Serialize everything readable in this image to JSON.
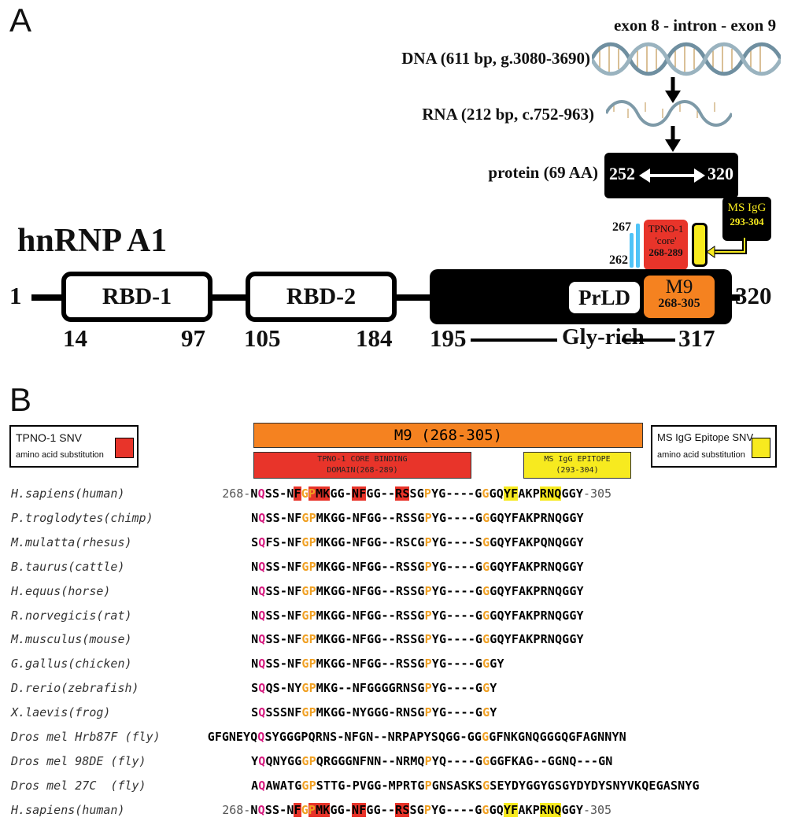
{
  "panelA": {
    "label": "A",
    "flow": {
      "exon_label": "exon 8 - intron - exon 9",
      "dna_label": "DNA (611 bp, g.3080-3690)",
      "rna_label": "RNA (212 bp, c.752-963)",
      "protein_label": "protein (69 AA)",
      "protein_start": "252",
      "protein_end": "320"
    },
    "title": "hnRNP A1",
    "domains": {
      "rbd1": "RBD-1",
      "rbd2": "RBD-2",
      "prld": "PrLD",
      "m9": "M9",
      "m9_range": "268-305"
    },
    "positions": {
      "start": "1",
      "end": "320",
      "rbd1_start": "14",
      "rbd1_end": "97",
      "rbd2_start": "105",
      "rbd2_end": "184",
      "gly_start": "195",
      "gly_end": "317",
      "gly_label": "Gly-rich"
    },
    "markers": {
      "m267": "267",
      "m262": "262"
    },
    "tpno": {
      "line1": "TPNO-1",
      "line2": "'core'",
      "line3": "268-289"
    },
    "ms": {
      "line1": "MS IgG",
      "line2": "293-304"
    }
  },
  "panelB": {
    "label": "B",
    "legend_left": {
      "title": "TPNO-1 SNV",
      "sub": "amino acid substitution"
    },
    "legend_right": {
      "title": "MS IgG Epitope SNV",
      "sub": "amino acid substitution"
    },
    "m9_bar": "M9 (268-305)",
    "tpno_bar_line1": "TPNO-1 CORE BINDING",
    "tpno_bar_line2": "DOMAIN(268-289)",
    "ms_bar_line1": "MS IgG EPITOPE",
    "ms_bar_line2": "(293-304)",
    "colors": {
      "orange": "#f58220",
      "red": "#e8342a",
      "yellow": "#f7ea1f",
      "magenta": "#d6197e",
      "gp": "#f0a023"
    },
    "rows": [
      {
        "species": "H.sapiens(human)",
        "prefix": "268-",
        "seq": "NQSS-NFGPMKGG-NFGG--RSSGPYG----GGGQYFAKPRNQGGY",
        "suffix": "-305",
        "hl": "human"
      },
      {
        "species": "P.troglodytes(chimp)",
        "prefix": "",
        "seq": "NQSS-NFGPMKGG-NFGG--RSSGPYG----GGGQYFAKPRNQGGY",
        "suffix": ""
      },
      {
        "species": "M.mulatta(rhesus)",
        "prefix": "",
        "seq": "SQFS-NFGPMKGG-NFGG--RSCGPYG----SGGQYFAKPQNQGGY",
        "suffix": ""
      },
      {
        "species": "B.taurus(cattle)",
        "prefix": "",
        "seq": "NQSS-NFGPMKGG-NFGG--RSSGPYG----GGGQYFAKPRNQGGY",
        "suffix": ""
      },
      {
        "species": "H.equus(horse)",
        "prefix": "",
        "seq": "NQSS-NFGPMKGG-NFGG--RSSGPYG----GGGQYFAKPRNQGGY",
        "suffix": ""
      },
      {
        "species": "R.norvegicis(rat)",
        "prefix": "",
        "seq": "NQSS-NFGPMKGG-NFGG--RSSGPYG----GGGQYFAKPRNQGGY",
        "suffix": ""
      },
      {
        "species": "M.musculus(mouse)",
        "prefix": "",
        "seq": "NQSS-NFGPMKGG-NFGG--RSSGPYG----GGGQYFAKPRNQGGY",
        "suffix": ""
      },
      {
        "species": "G.gallus(chicken)",
        "prefix": "",
        "seq": "NQSS-NFGPMKGG-NFGG--RSSGPYG----GGGY",
        "suffix": ""
      },
      {
        "species": "D.rerio(zebrafish)",
        "prefix": "",
        "seq": "SQQS-NYGPMKG--NFGGGGRNSGPYG----GGY",
        "suffix": ""
      },
      {
        "species": "X.laevis(frog)",
        "prefix": "",
        "seq": "SQSSSNFGPMKGG-NYGGG-RNSGPYG----GGY",
        "suffix": ""
      },
      {
        "species": "Dros mel Hrb87F (fly)",
        "prefix": "GFGNEY",
        "seq": "QQSYGGGPQRNS-NFGN--NRPAPYSQGG-GGGGFNKGNQGGGQGFAGNNYN",
        "suffix": ""
      },
      {
        "species": "Dros mel 98DE (fly)",
        "prefix": "",
        "seq": "YQQNYGGGPQRGGGNFNN--NRMQPYQ----GGGGFKAG--GGNQ---GN",
        "suffix": ""
      },
      {
        "species": "Dros mel 27C  (fly)",
        "prefix": "",
        "seq": "AQAWATGGPSTTG-PVGG-MPRTGPGNSASKSGSEYDYGGYGSGYDYDYSNYVKQEGASNYG",
        "suffix": ""
      },
      {
        "species": "H.sapiens(human)",
        "prefix": "268-",
        "seq": "NQSS-NFGPMKGG-NFGG--RSSGPYG----GGGQYFAKPRNQGGY",
        "suffix": "-305",
        "hl": "human"
      }
    ]
  }
}
